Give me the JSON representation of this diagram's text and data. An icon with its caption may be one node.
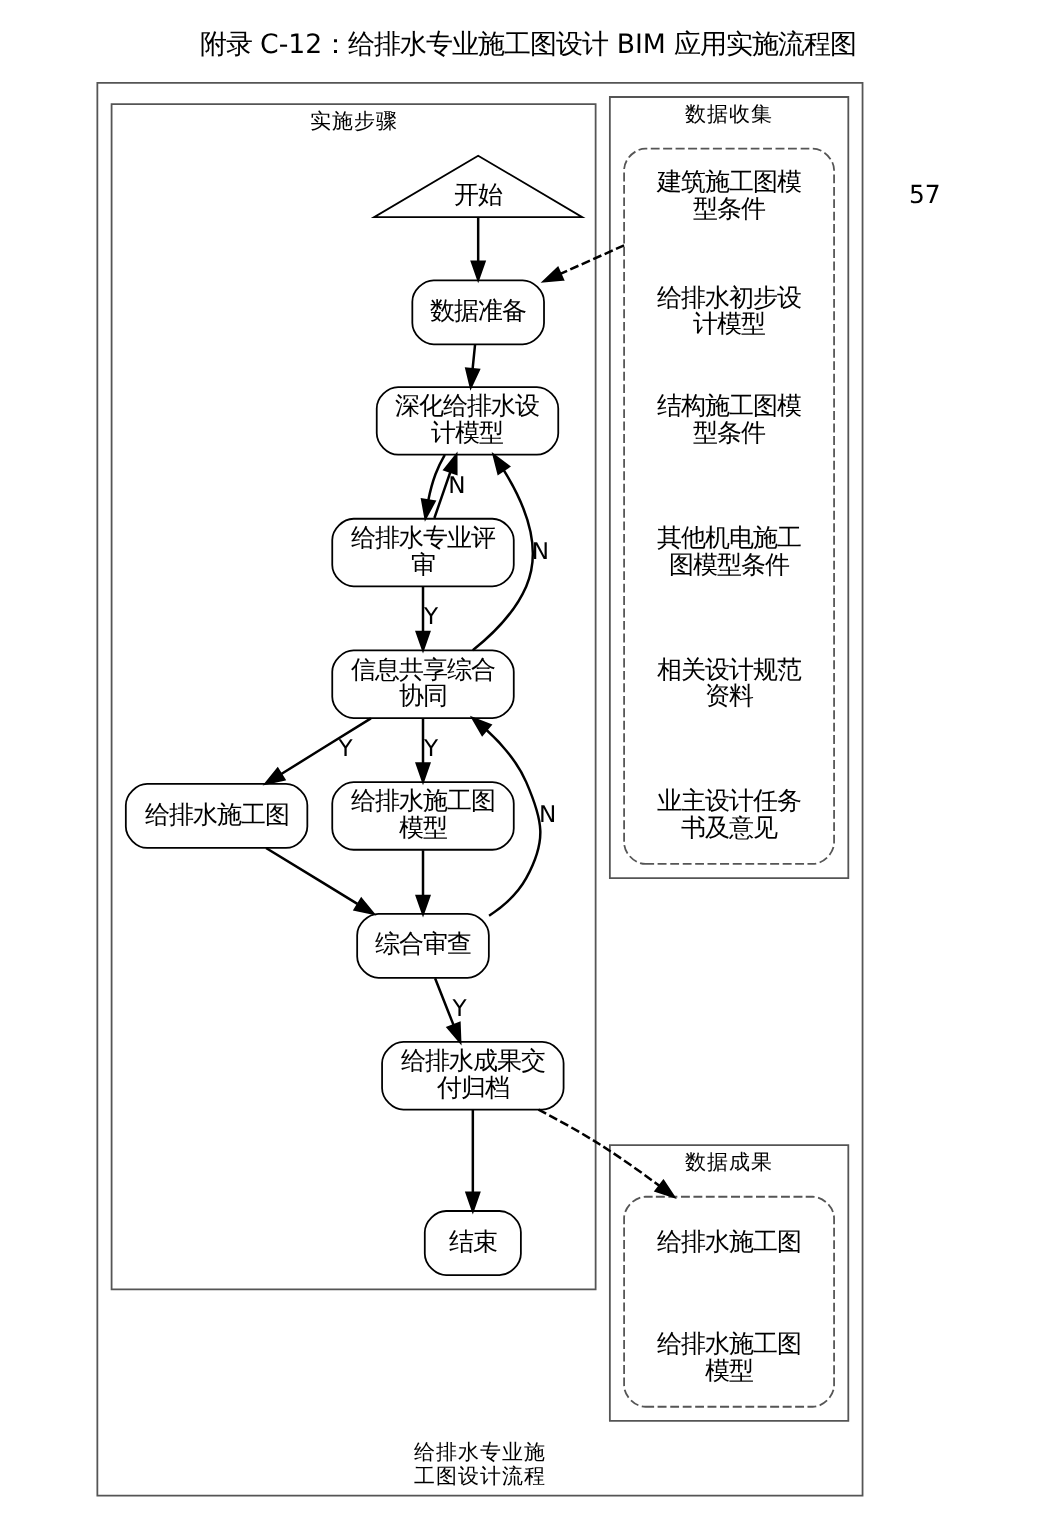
{
  "diagram": {
    "title": "附录 C-12：给排水专业施工图设计 BIM 应用实施流程图",
    "nodes": [
      {
        "text": [
          "给排水专业施工图设计流程"
        ]
      },
      {
        "text": [
          "数据收集"
        ],
        "in": 0
      },
      {
        "text": [],
        "shape": "box",
        "in": 1
      },
      {
        "text": [
          "建筑施工图模型条件"
        ],
        "in": 2
      },
      {
        "text": [
          "给排水初步设计模型"
        ],
        "in": 2
      },
      {
        "text": [
          "结构施工图模型条件"
        ],
        "in": 2
      },
      {
        "text": [
          "其他机电施工图模型条件"
        ],
        "in": 2
      },
      {
        "text": [
          "相关设计规范资料"
        ],
        "in": 2
      },
      {
        "text": [
          "业主设计任务书及意见"
        ],
        "in": 2
      },
      {
        "text": [
          "实施步骤"
        ],
        "in": 0
      },
      {
        "text": [
          "开始"
        ],
        "in": 9
      },
      {
        "text": [
          "数据准备"
        ],
        "in": 9
      },
      {
        "text": [
          "深化给排水设计模型"
        ],
        "in": 9
      },
      {
        "text": [
          "给排水专业评审"
        ],
        "in": 9
      },
      {
        "text": [
          "信息共享综合协同"
        ],
        "in": 9
      },
      {
        "text": [
          "给排水施工图"
        ],
        "in": 9
      },
      {
        "text": [
          "给排水施工图模型"
        ],
        "in": 9
      },
      {
        "text": [
          "综合审查"
        ],
        "in": 9
      },
      {
        "text": [
          "给排水成果交付归档"
        ],
        "in": 9
      },
      {
        "text": [
          "结束"
        ],
        "in": 9
      },
      {
        "text": [
          "数据成果"
        ],
        "in": 0
      },
      {
        "text": [],
        "shape": "box",
        "in": 20
      },
      {
        "text": [
          "给排水施工图"
        ],
        "in": 21
      },
      {
        "text": [
          "给排水施工图模型"
        ],
        "in": 21
      }
    ],
    "edges": [
      {
        "from": 2,
        "to": 11,
        "arrow": "to",
        "style": "dashed"
      },
      {
        "from": 10,
        "to": 11,
        "arrow": "to"
      },
      {
        "from": 11,
        "to": 12,
        "arrow": "to"
      },
      {
        "from": 12,
        "to": 13,
        "arrow": "to"
      },
      {
        "from": 13,
        "to": 14,
        "arrow": "to",
        "label": "Y"
      },
      {
        "from": 13,
        "to": 12,
        "arrow": "to",
        "label": "N"
      },
      {
        "from": 14,
        "to": 15,
        "arrow": "to",
        "label": "Y"
      },
      {
        "from": 14,
        "to": 16,
        "arrow": "to",
        "label": "Y"
      },
      {
        "from": 14,
        "to": 12,
        "arrow": "to",
        "label": "N"
      },
      {
        "from": 15,
        "to": 17,
        "arrow": "to"
      },
      {
        "from": 16,
        "to": 17,
        "arrow": "to"
      },
      {
        "from": 17,
        "to": 18,
        "arrow": "to",
        "label": "Y"
      },
      {
        "from": 17,
        "to": 14,
        "arrow": "to",
        "label": "N"
      },
      {
        "from": 18,
        "to": 21,
        "arrow": "to",
        "style": "dashed"
      },
      {
        "from": 18,
        "to": 19,
        "arrow": "to"
      }
    ],
    "labels": [
      "57"
    ]
  }
}
